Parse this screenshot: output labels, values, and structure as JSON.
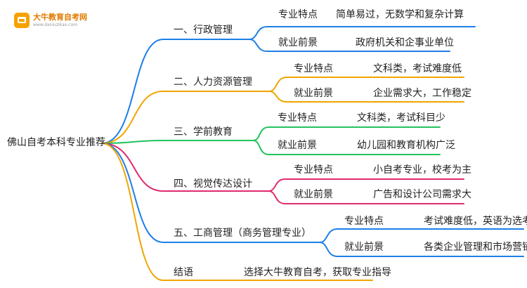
{
  "logo": {
    "name": "大牛教育自考网",
    "url": "www.daniuzikao.com"
  },
  "root": "佛山自考本科专业推荐",
  "branches": [
    {
      "title": "一、行政管理",
      "color": "#1e7fe6",
      "items": [
        {
          "label": "专业特点",
          "value": "简单易过，无数学和复杂计算"
        },
        {
          "label": "就业前景",
          "value": "政府机关和企事业单位"
        }
      ]
    },
    {
      "title": "二、人力资源管理",
      "color": "#f0a500",
      "items": [
        {
          "label": "专业特点",
          "value": "文科类，考试难度低"
        },
        {
          "label": "就业前景",
          "value": "企业需求大，工作稳定"
        }
      ]
    },
    {
      "title": "三、学前教育",
      "color": "#22c35e",
      "items": [
        {
          "label": "专业特点",
          "value": "文科类，考试科目少"
        },
        {
          "label": "就业前景",
          "value": "幼儿园和教育机构广泛"
        }
      ]
    },
    {
      "title": "四、视觉传达设计",
      "color": "#e02a6e",
      "items": [
        {
          "label": "专业特点",
          "value": "小自考专业，校考为主"
        },
        {
          "label": "就业前景",
          "value": "广告和设计公司需求大"
        }
      ]
    },
    {
      "title": "五、工商管理（商务管理专业）",
      "color": "#1e7fe6",
      "items": [
        {
          "label": "专业特点",
          "value": "考试难度低，英语为选考"
        },
        {
          "label": "就业前景",
          "value": "各类企业管理和市场营销"
        }
      ]
    },
    {
      "title": "结语",
      "color": "#f0a500",
      "note": "选择大牛教育自考，获取专业指导"
    }
  ]
}
